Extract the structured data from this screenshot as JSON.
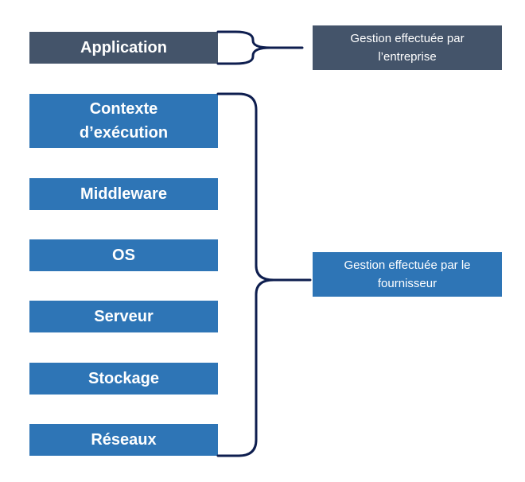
{
  "layers": {
    "application": "Application",
    "runtime": "Contexte\nd’exécution",
    "middleware": "Middleware",
    "os": "OS",
    "server": "Serveur",
    "storage": "Stockage",
    "network": "Réseaux"
  },
  "labels": {
    "company": "Gestion effectuée par\nl’entreprise",
    "provider": "Gestion effectuée par le\nfournisseur"
  },
  "colors": {
    "dark_box": "#44546a",
    "blue_box": "#2e75b6",
    "bracket": "#0e1e4f"
  }
}
